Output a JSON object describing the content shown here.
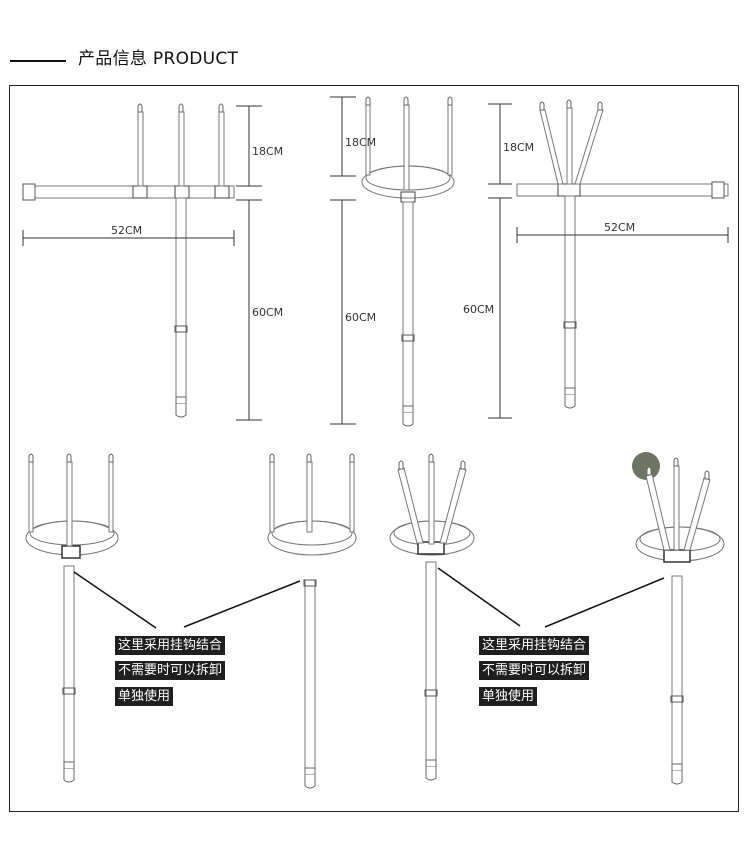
{
  "header": {
    "title": "产品信息 PRODUCT"
  },
  "dimensions": {
    "strap_height": "18CM",
    "belt_width": "52CM",
    "leg_length": "60CM"
  },
  "notes": [
    {
      "lines": [
        "这里采用挂钩结合",
        "不需要时可以拆卸",
        "单独使用"
      ]
    },
    {
      "lines": [
        "这里采用挂钩结合",
        "不需要时可以拆卸",
        "单独使用"
      ]
    }
  ],
  "colors": {
    "line": "#555555",
    "accent_dark": "#222222",
    "note_bg": "#1f1f1f"
  }
}
